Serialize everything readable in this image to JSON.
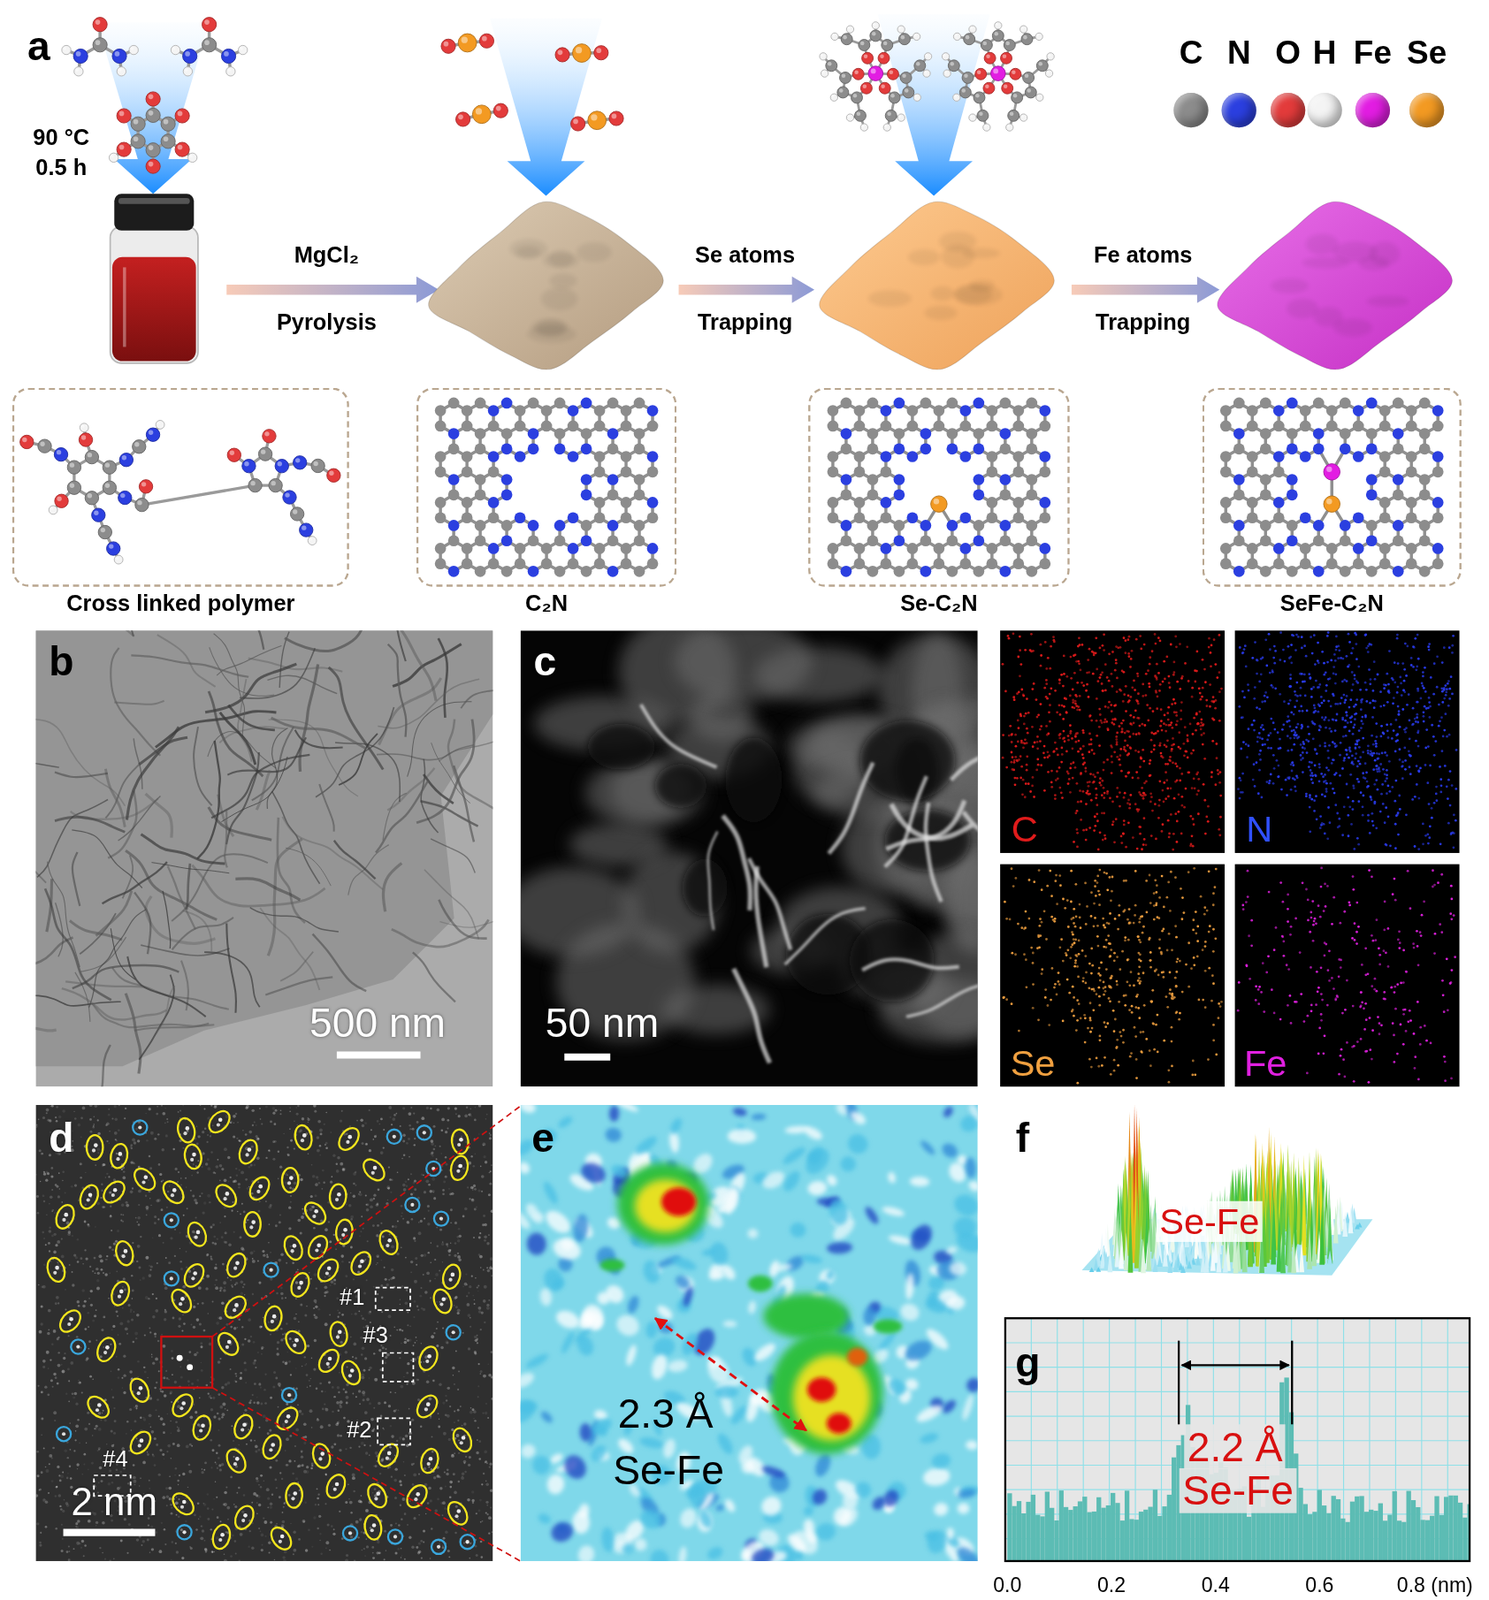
{
  "diagram": {
    "nodes": [
      {
        "text": [
          "Cross linked polymer"
        ]
      },
      {
        "text": [
          "C₂N"
        ]
      },
      {
        "text": [
          "Se-C₂N"
        ]
      },
      {
        "text": [
          "SeFe-C₂N"
        ]
      }
    ],
    "labels": [
      "a",
      "90 °C",
      "0.5 h",
      "MgCl₂",
      "Pyrolysis",
      "Se atoms",
      "Trapping",
      "Fe atoms",
      "Trapping",
      "b",
      "500 nm",
      "c",
      "50 nm",
      "C",
      "N",
      "Se",
      "Fe",
      "d",
      "#1",
      "#3",
      "#2",
      "#4",
      "2 nm",
      "e",
      "2.3 Å",
      "Se-Fe",
      "f",
      "Se-Fe",
      "g",
      "2.2 Å",
      "Se-Fe",
      "0.0",
      "0.2",
      "0.4",
      "0.6",
      "0.8 (nm)"
    ],
    "legend": [
      {
        "text": "C",
        "color": "#8c8c8c"
      },
      {
        "text": "N",
        "color": "#2b3fe0"
      },
      {
        "text": "O",
        "color": "#e33b3b"
      },
      {
        "text": "H",
        "color": "#f4f4f4"
      },
      {
        "text": "Fe",
        "color": "#e21de2"
      },
      {
        "text": "Se",
        "color": "#f39a22"
      }
    ]
  }
}
